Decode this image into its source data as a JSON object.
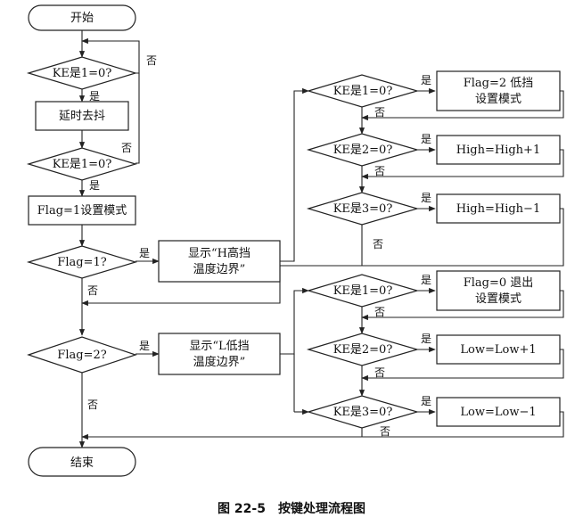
{
  "start": {
    "label": "开始"
  },
  "end": {
    "label": "结束"
  },
  "steps": {
    "debounce": "延时去抖",
    "set_mode": "Flag=1设置模式",
    "show_h_l1": "显示“H高挡",
    "show_h_l2": "温度边界”",
    "show_l_l1": "显示“L低挡",
    "show_l_l2": "温度边界”",
    "h_flag2_l1": "Flag=2 低挡",
    "h_flag2_l2": "设置模式",
    "h_inc": "High=High+1",
    "h_dec": "High=High−1",
    "l_flag0_l1": "Flag=0 退出",
    "l_flag0_l2": "设置模式",
    "l_inc": "Low=Low+1",
    "l_dec": "Low=Low−1"
  },
  "decisions": {
    "ke1_a": "KE是1=0?",
    "ke1_b": "KE是1=0?",
    "flag1": "Flag=1?",
    "flag2": "Flag=2?",
    "h_k1": "KE是1=0?",
    "h_k2": "KE是2=0?",
    "h_k3": "KE是3=0?",
    "l_k1": "KE是1=0?",
    "l_k2": "KE是2=0?",
    "l_k3": "KE是3=0?"
  },
  "labels": {
    "yes": "是",
    "no": "否"
  },
  "caption": "图 22-5　按键处理流程图"
}
